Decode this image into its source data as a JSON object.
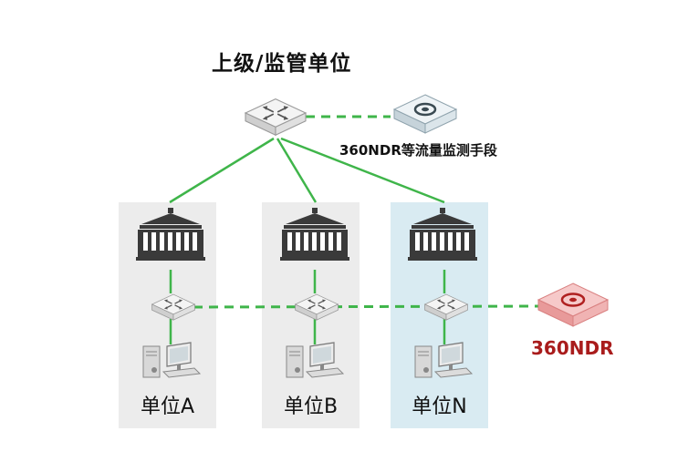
{
  "title": "上级/监管单位",
  "ndr_top_label": "360NDR等流量监测手段",
  "ndr_right_label": "360NDR",
  "units": [
    {
      "label": "单位A"
    },
    {
      "label": "单位B"
    },
    {
      "label": "单位N"
    }
  ],
  "colors": {
    "link": "#3fb54a",
    "panel_gray": "#ececec",
    "panel_blue": "#d9ebf2",
    "ndr_red": "#a91c1c",
    "building": "#3a3a3a"
  },
  "icons": [
    "switch-icon",
    "ndr-appliance-icon",
    "building-icon",
    "server-icon",
    "pc-icon"
  ]
}
